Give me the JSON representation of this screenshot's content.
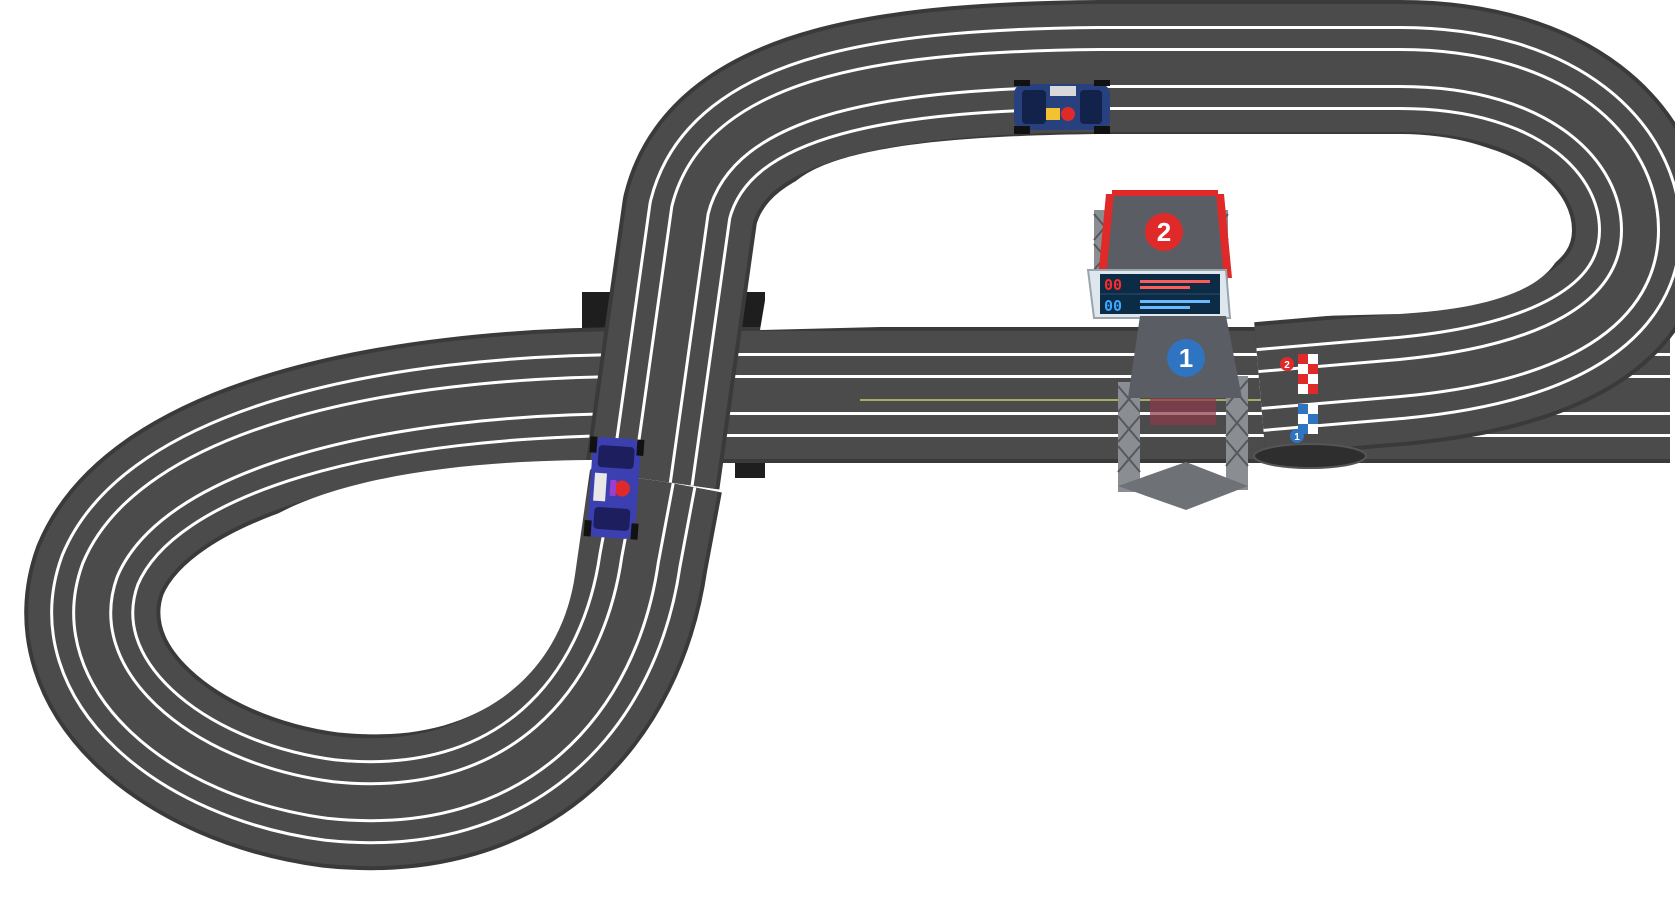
{
  "scene": {
    "description_visible": false
  },
  "colors": {
    "background": "#ffffff",
    "track_surface": "#4a4a4a",
    "track_edge": "#3c3c3c",
    "lane_line": "#ffffff",
    "support": "#1c1c1c",
    "lane_1": "#2f74c0",
    "lane_2": "#e02a2a",
    "gantry_metal": "#8a8d92",
    "gantry_deck": "#5a5d63",
    "score_screen": "#0c2b45",
    "score_red": "#ff2b2b",
    "score_blue": "#3fa6ff",
    "car_1": "#3b3fb0",
    "car_2": "#223a7a"
  },
  "lap_counter": {
    "lane_2_value": "00",
    "lane_1_value": "00"
  },
  "gantry": {
    "upper_number": "2",
    "lower_number": "1"
  },
  "start_markers": {
    "lane_2": "2",
    "lane_1": "1"
  },
  "icons": {
    "car_a": "race-car-icon",
    "car_b": "race-car-icon",
    "finish_flag": "checkered-flag-icon"
  }
}
